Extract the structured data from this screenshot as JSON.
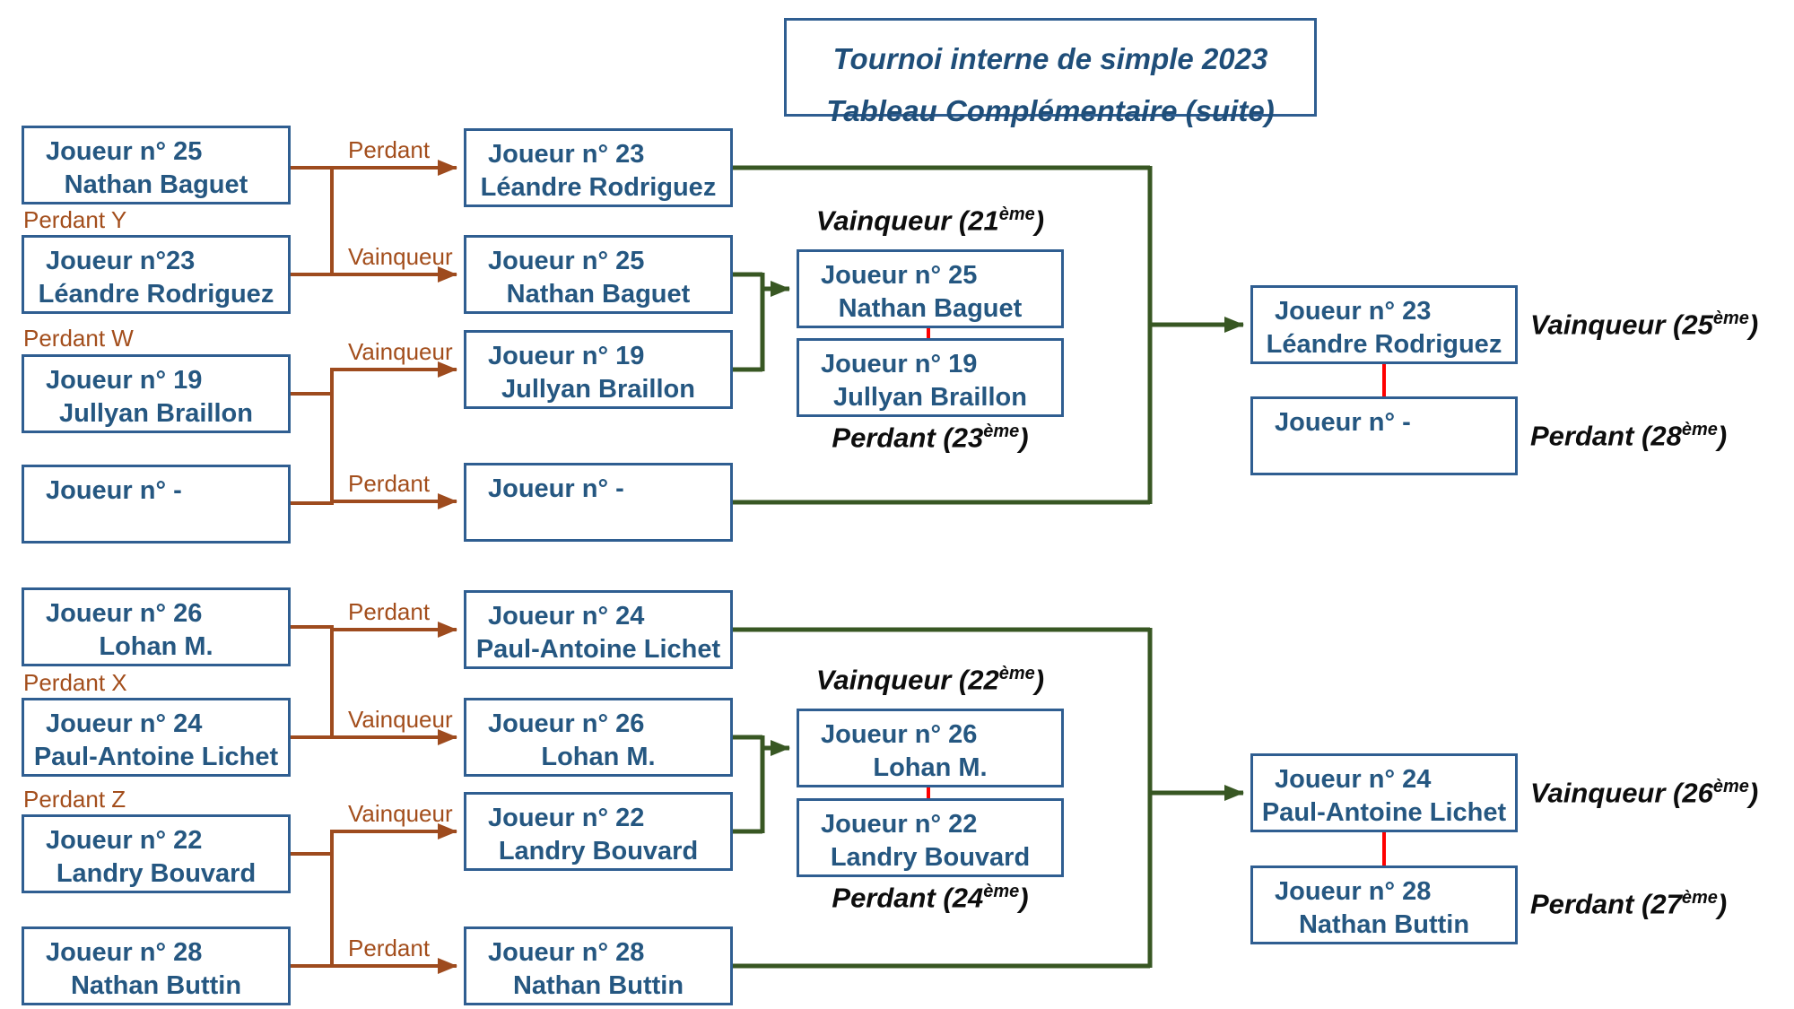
{
  "title": {
    "line1": "Tournoi interne de simple 2023",
    "line2": "Tableau Complémentaire (suite)"
  },
  "colors": {
    "box_border": "#2F5E91",
    "box_text": "#255781",
    "title_text": "#1F4E79",
    "brown": "#9E4B1E",
    "green": "#385723",
    "red": "#FF0000",
    "black_label": "#0D0D0D"
  },
  "top": {
    "col1": [
      {
        "line1": "Joueur n° 25",
        "line2": "Nathan Baguet"
      },
      {
        "tag": "Perdant Y",
        "line1": "Joueur n°23",
        "line2": "Léandre Rodriguez"
      },
      {
        "tag": "Perdant W",
        "line1": "Joueur n° 19",
        "line2": "Jullyan Braillon"
      },
      {
        "line1": "Joueur n° -",
        "line2": ""
      }
    ],
    "conn_labels": [
      "Perdant",
      "Vainqueur",
      "Vainqueur",
      "Perdant"
    ],
    "col2": [
      {
        "line1": "Joueur n° 23",
        "line2": "Léandre Rodriguez"
      },
      {
        "line1": "Joueur n° 25",
        "line2": "Nathan Baguet"
      },
      {
        "line1": "Joueur n° 19",
        "line2": "Jullyan Braillon"
      },
      {
        "line1": "Joueur n° -",
        "line2": ""
      }
    ],
    "mid": {
      "winner_label": {
        "pre": "Vainqueur (21",
        "sup": "ème",
        "post": ")"
      },
      "boxes": [
        {
          "line1": "Joueur n° 25",
          "line2": "Nathan Baguet"
        },
        {
          "line1": "Joueur n° 19",
          "line2": "Jullyan Braillon"
        }
      ],
      "loser_label": {
        "pre": "Perdant (23",
        "sup": "ème",
        "post": ")"
      }
    },
    "final": {
      "boxes": [
        {
          "line1": "Joueur n° 23",
          "line2": "Léandre Rodriguez"
        },
        {
          "line1": "Joueur n° -",
          "line2": ""
        }
      ],
      "winner_label": {
        "pre": "Vainqueur (25",
        "sup": "ème",
        "post": ")"
      },
      "loser_label": {
        "pre": "Perdant (28",
        "sup": "ème",
        "post": ")"
      }
    }
  },
  "bottom": {
    "col1": [
      {
        "line1": "Joueur n° 26",
        "line2": "Lohan M."
      },
      {
        "tag": "Perdant X",
        "line1": "Joueur n° 24",
        "line2": "Paul-Antoine Lichet"
      },
      {
        "tag": "Perdant Z",
        "line1": "Joueur n° 22",
        "line2": "Landry Bouvard"
      },
      {
        "line1": "Joueur n° 28",
        "line2": "Nathan Buttin"
      }
    ],
    "conn_labels": [
      "Perdant",
      "Vainqueur",
      "Vainqueur",
      "Perdant"
    ],
    "col2": [
      {
        "line1": "Joueur n° 24",
        "line2": "Paul-Antoine Lichet"
      },
      {
        "line1": "Joueur n° 26",
        "line2": "Lohan M."
      },
      {
        "line1": "Joueur n° 22",
        "line2": "Landry Bouvard"
      },
      {
        "line1": "Joueur n° 28",
        "line2": "Nathan Buttin"
      }
    ],
    "mid": {
      "winner_label": {
        "pre": "Vainqueur (22",
        "sup": "ème",
        "post": ")"
      },
      "boxes": [
        {
          "line1": "Joueur n° 26",
          "line2": "Lohan M."
        },
        {
          "line1": "Joueur n° 22",
          "line2": "Landry Bouvard"
        }
      ],
      "loser_label": {
        "pre": "Perdant (24",
        "sup": "ème",
        "post": ")"
      }
    },
    "final": {
      "boxes": [
        {
          "line1": "Joueur n° 24",
          "line2": "Paul-Antoine Lichet"
        },
        {
          "line1": "Joueur n° 28",
          "line2": "Nathan Buttin"
        }
      ],
      "winner_label": {
        "pre": "Vainqueur (26",
        "sup": "ème",
        "post": ")"
      },
      "loser_label": {
        "pre": "Perdant (27",
        "sup": "ème",
        "post": ")"
      }
    }
  }
}
